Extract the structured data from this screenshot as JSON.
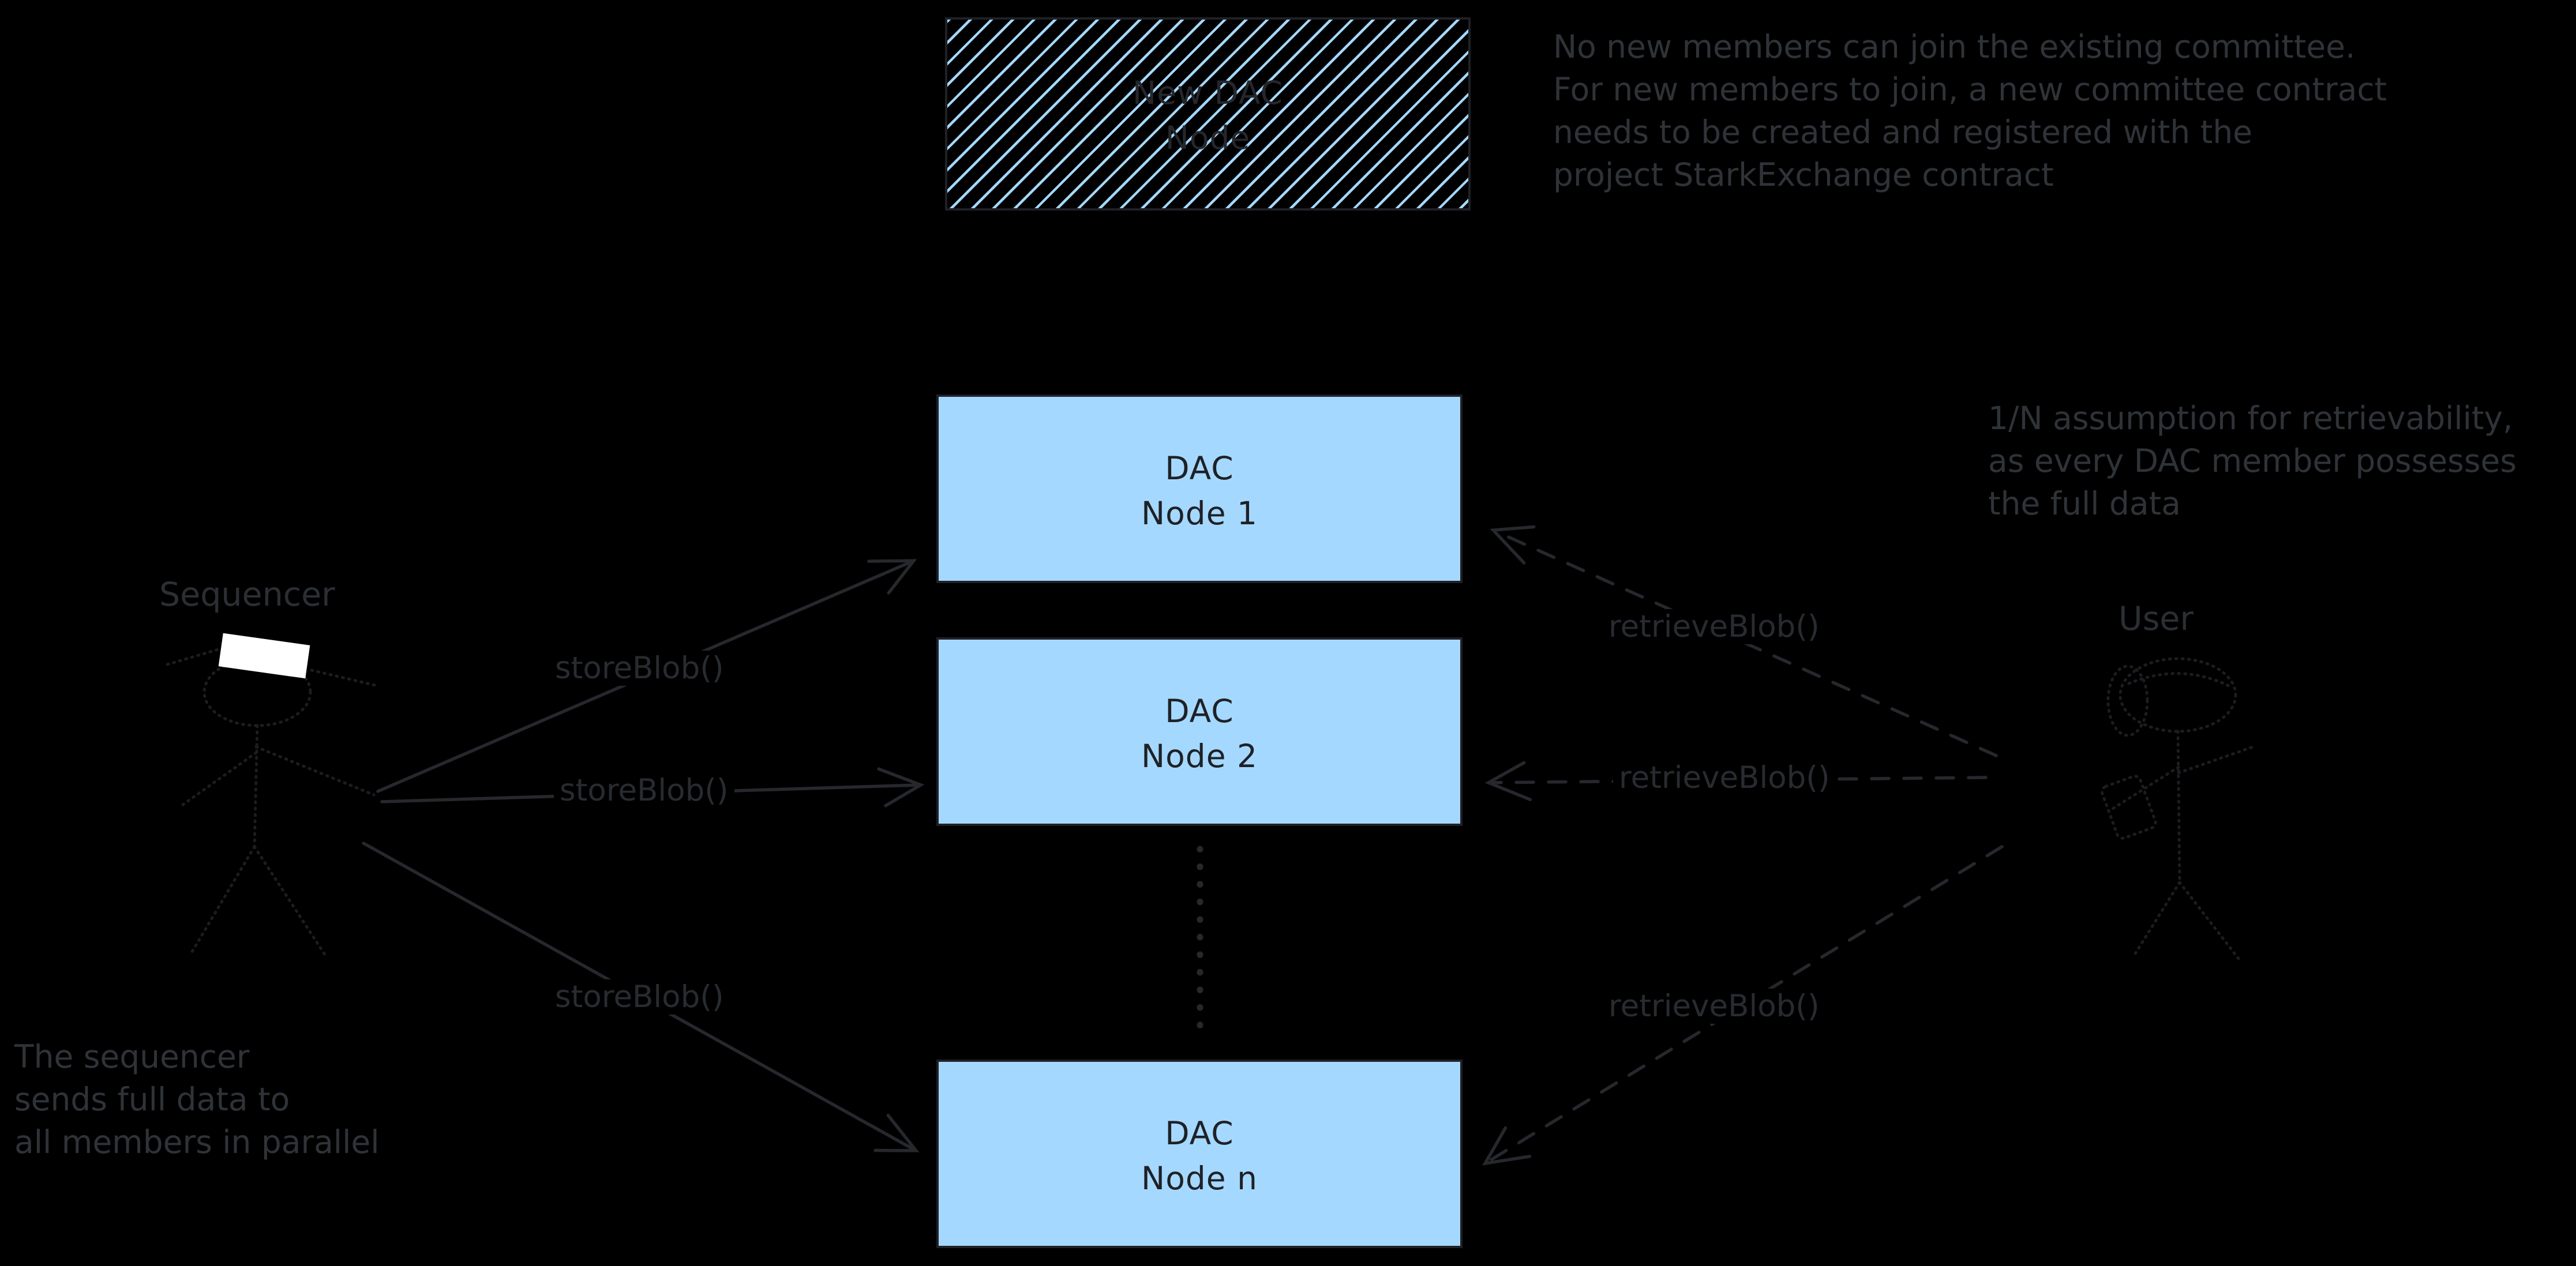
{
  "colors": {
    "background": "#000000",
    "node_fill": "#a5d8ff",
    "hatch_blue": "#a5d8ff",
    "stroke_dark": "#26282d",
    "border_dark": "#1f2126",
    "annotation_text": "#2f3338",
    "label_text": "#282b30",
    "box_text": "#1e2126",
    "figure_stroke": "#1b1d21",
    "hat_fill": "#ffffff"
  },
  "new_dac_node_box": {
    "line1": "New DAC",
    "line2": "Node"
  },
  "nodes": [
    {
      "line1": "DAC",
      "line2": "Node 1"
    },
    {
      "line1": "DAC",
      "line2": "Node 2"
    },
    {
      "line1": "DAC",
      "line2": "Node n"
    }
  ],
  "actors": {
    "sequencer_label": "Sequencer",
    "user_label": "User"
  },
  "edge_labels": {
    "store_blob": "storeBlob()",
    "retrieve_blob": "retrieveBlob()"
  },
  "annotations": {
    "committee_note": [
      "No new members can join the existing committee.",
      "For new members to join, a new committee contract",
      "needs to be created and registered with the",
      "project StarkExchange contract"
    ],
    "retrievability_note": [
      "1/N assumption for retrievability,",
      "as every DAC member possesses",
      "the full data"
    ],
    "sequencer_note": [
      "The sequencer",
      "sends full data to",
      "all members in parallel"
    ]
  }
}
